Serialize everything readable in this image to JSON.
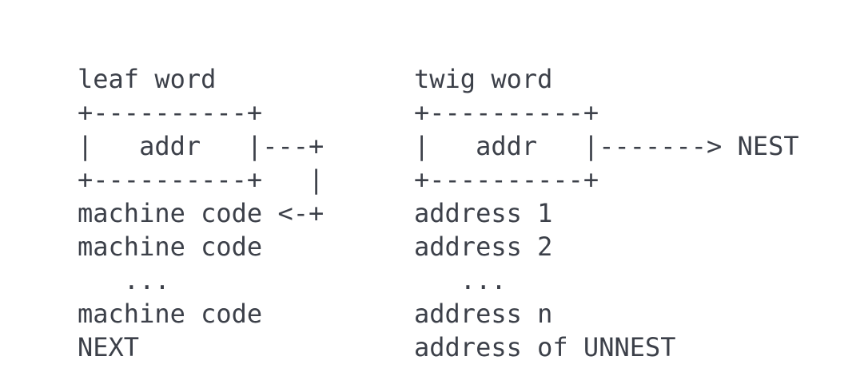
{
  "meta": {
    "background_color": "#ffffff",
    "text_color": "#3c4049",
    "title": "leaf word / twig word memory layout diagram"
  },
  "diagram": {
    "columns": [
      {
        "name": "leaf-word",
        "heading": "leaf word",
        "lines": [
          "leaf word",
          "+----------+",
          "|   addr   |---+",
          "+----------+   |",
          "machine code <-+",
          "machine code",
          "   ...",
          "machine code",
          "NEXT"
        ],
        "line_0": "leaf word",
        "line_1": "+----------+",
        "line_2": "|   addr   |---+",
        "line_3": "+----------+   |",
        "line_4": "machine code <-+",
        "line_5": "machine code",
        "line_6": "   ...",
        "line_7": "machine code",
        "line_8": "NEXT",
        "box_label": "addr",
        "terminator": "NEXT",
        "body_entries": [
          "machine code",
          "machine code",
          "...",
          "machine code"
        ]
      },
      {
        "name": "twig-word",
        "heading": "twig word",
        "lines": [
          "twig word",
          "+----------+",
          "|   addr   |-------> NEST",
          "+----------+",
          "address 1",
          "address 2",
          "   ...",
          "address n",
          "address of UNNEST"
        ],
        "line_0": "twig word",
        "line_1": "+----------+",
        "line_2": "|   addr   |-------> NEST",
        "line_3": "+----------+",
        "line_4": "address 1",
        "line_5": "address 2",
        "line_6": "   ...",
        "line_7": "address n",
        "line_8": "address of UNNEST",
        "box_label": "addr",
        "arrow_target": "NEST",
        "terminator": "address of UNNEST",
        "body_entries": [
          "address 1",
          "address 2",
          "...",
          "address n"
        ]
      }
    ]
  }
}
